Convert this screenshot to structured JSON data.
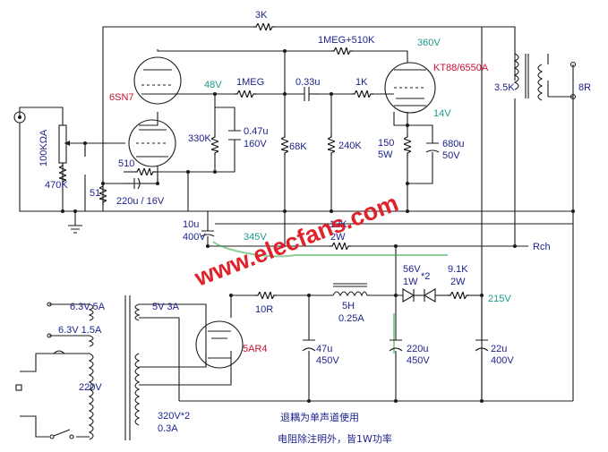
{
  "labels": {
    "r_3k": "3K",
    "r_1meg510": "1MEG+510K",
    "v_360": "360V",
    "tube_6sn7": "6SN7",
    "v_48": "48V",
    "r_1meg": "1MEG",
    "c_033": "0.33u",
    "r_1k": "1K",
    "tube_kt88": "KT88/6550A",
    "z_3_5k": "3.5K",
    "z_8r": "8R",
    "v_14": "14V",
    "r_330k": "330K",
    "c_047": "0.47u",
    "v_160": "160V",
    "r_68k": "68K",
    "r_240k": "240K",
    "r_150": "150",
    "p_5w": "5W",
    "c_680": "680u",
    "v_50": "50V",
    "pot_100k": "100KΩA",
    "r_510": "510",
    "r_470k": "470K",
    "r_51": "51",
    "c_220_16": "220u / 16V",
    "c_10u": "10u",
    "v_400a": "400V",
    "v_345": "345V",
    "r_12k": "12K",
    "p_2w_a": "2W",
    "rch": "Rch",
    "tap_63_5a": "6.3V 5A",
    "tap_63_15a": "6.3V 1.5A",
    "tap_5v3a": "5V 3A",
    "r_10r": "10R",
    "l_5h": "5H",
    "l_025a": "0.25A",
    "z_56v": "56V",
    "p_1w": "1W",
    "z_x2": "*2",
    "r_91k": "9.1K",
    "p_2w_b": "2W",
    "v_215": "215V",
    "v_220_in": "220V",
    "tube_5ar4": "5AR4",
    "c_47u": "47u",
    "v_450a": "450V",
    "c_220u": "220u",
    "v_450b": "450V",
    "c_22u": "22u",
    "v_400b": "400V",
    "sec_320": "320V*2",
    "sec_03a": "0.3A",
    "note1": "退耦为单声道使用",
    "note2": "电阻除注明外，皆1W功率",
    "watermark": "www.elecfans.com"
  },
  "colors": {
    "ink": "#1b1b1b",
    "label_blue": "#1a1f8a",
    "tube_red": "#c8102e",
    "voltage_teal": "#1a9a8a",
    "watermark_red": "#e0232b"
  }
}
